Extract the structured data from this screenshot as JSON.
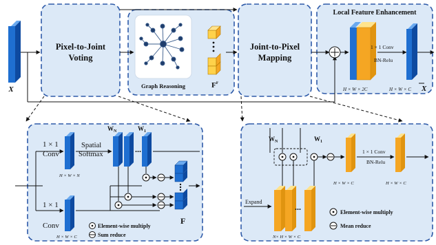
{
  "title": "",
  "colors": {
    "panel_fill": "#dce9f7",
    "panel_border": "#2e5aa8",
    "tensor_blue": "#1f6fd1",
    "tensor_orange": "#f5a623",
    "tensor_yellow": "#ffd24a",
    "graph_node": "#1f3d6b"
  },
  "icons": {
    "multiply": "circle-dot-icon",
    "reduce": "circle-minus-icon",
    "graph": "graph-network-icon"
  },
  "top": {
    "input_label": "X",
    "pixel_to_joint": "Pixel-to-Joint",
    "voting": "Voting",
    "graph_reasoning": "Graph Reasoning",
    "fr_label": "F",
    "fr_sup": "r",
    "joint_to_pixel": "Joint-to-Pixel",
    "mapping": "Mapping",
    "lfe_title": "Local Feature Enhancement",
    "conv_label": "1 × 1 Conv",
    "bn_label": "BN-Relu",
    "dim_2c": "H × W × 2C",
    "dim_c": "H × W × C",
    "output_label": "X"
  },
  "bottom_left": {
    "conv1_a": "1 × 1",
    "conv1_b": "Conv",
    "spatial": "Spatial",
    "softmax": "Softmax",
    "dim_hwn": "H × W × N",
    "w_n": "W",
    "w_n_sub": "N",
    "w_1": "W",
    "w_1_sub": "1",
    "dots": "...",
    "conv2_a": "1 × 1",
    "conv2_b": "Conv",
    "dim_hwc": "H × W × C",
    "f_label": "F",
    "legend_multiply": "Element-wise multiply",
    "legend_sum": "Sum reduce"
  },
  "bottom_right": {
    "w_n": "W",
    "w_n_sub": "N",
    "w_1": "W",
    "w_1_sub": "1",
    "conv": "1 × 1 Conv",
    "bn": "BN-Relu",
    "dim_a": "H × W × C",
    "dim_b": "H × W × C",
    "expand": "Expand",
    "dim_nhwc": "N× H × W × C",
    "dots": "...",
    "legend_multiply": "Element-wise multiply",
    "legend_mean": "Mean reduce"
  }
}
